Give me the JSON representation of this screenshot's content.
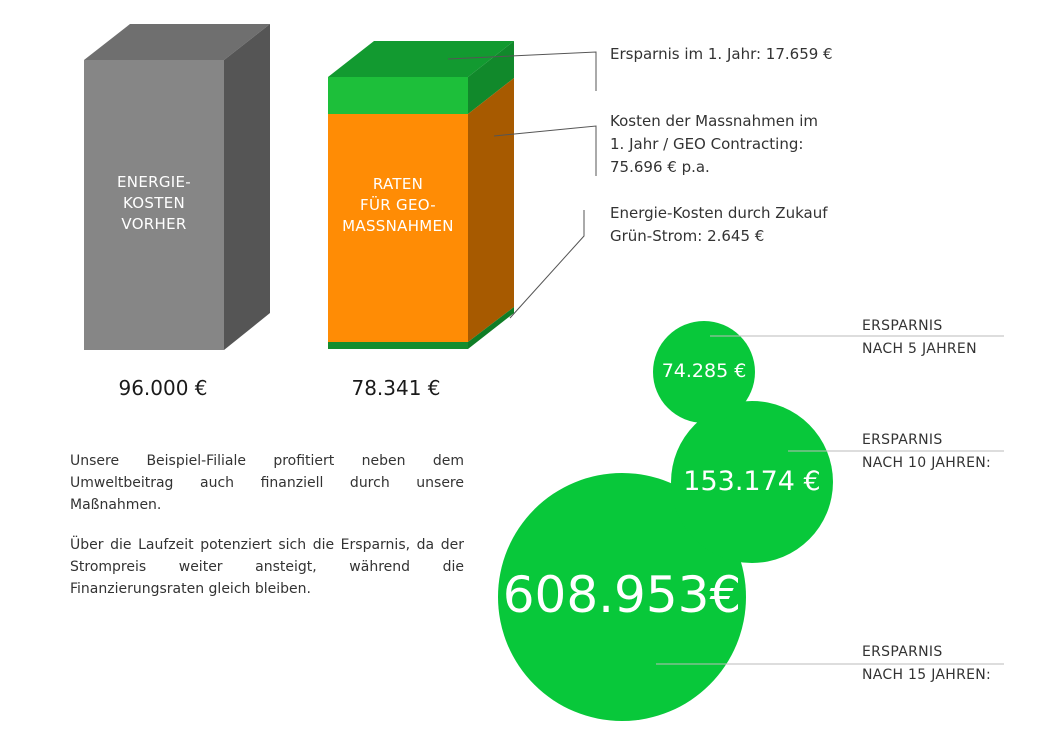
{
  "bars": {
    "before": {
      "label": "ENERGIE-\nKOSTEN\nVORHER",
      "total": "96.000 €",
      "color_front": "#868686",
      "color_side": "#555555",
      "color_top": "#6f6f6f"
    },
    "after": {
      "label": "RATEN\nFÜR GEO-\nMASSNAHMEN",
      "total": "78.341 €",
      "color_front": "#ff8c05",
      "color_side": "#a75a00",
      "color_green": "#1dbf3a",
      "color_green_dark": "#128a2a"
    }
  },
  "annotations": [
    "Ersparnis im 1. Jahr: 17.659 €",
    "Kosten der Massnahmen im 1. Jahr / GEO Contracting: 75.696 € p.a.",
    "Energie-Kosten durch Zukauf Grün-Strom: 2.645 €"
  ],
  "paragraphs": [
    "Unsere Beispiel-Filiale profitiert neben dem Umweltbeitrag auch finanziell durch unsere Maßnahmen.",
    "Über die Laufzeit potenziert sich die Ersparnis, da der Strompreis weiter ansteigt, während die Finanzierungsraten gleich bleiben."
  ],
  "savings": [
    {
      "value": "74.285 €",
      "label_line1": "ERSPARNIS",
      "label_line2": "NACH 5 JAHREN"
    },
    {
      "value": "153.174 €",
      "label_line1": "ERSPARNIS",
      "label_line2": "NACH 10 JAHREN:"
    },
    {
      "value": "608.953€",
      "label_line1": "ERSPARNIS",
      "label_line2": "NACH 15 JAHREN:"
    }
  ],
  "colors": {
    "bubble": "#08c83a",
    "leader": "#bbbbbb",
    "dark_leader": "#555555"
  }
}
